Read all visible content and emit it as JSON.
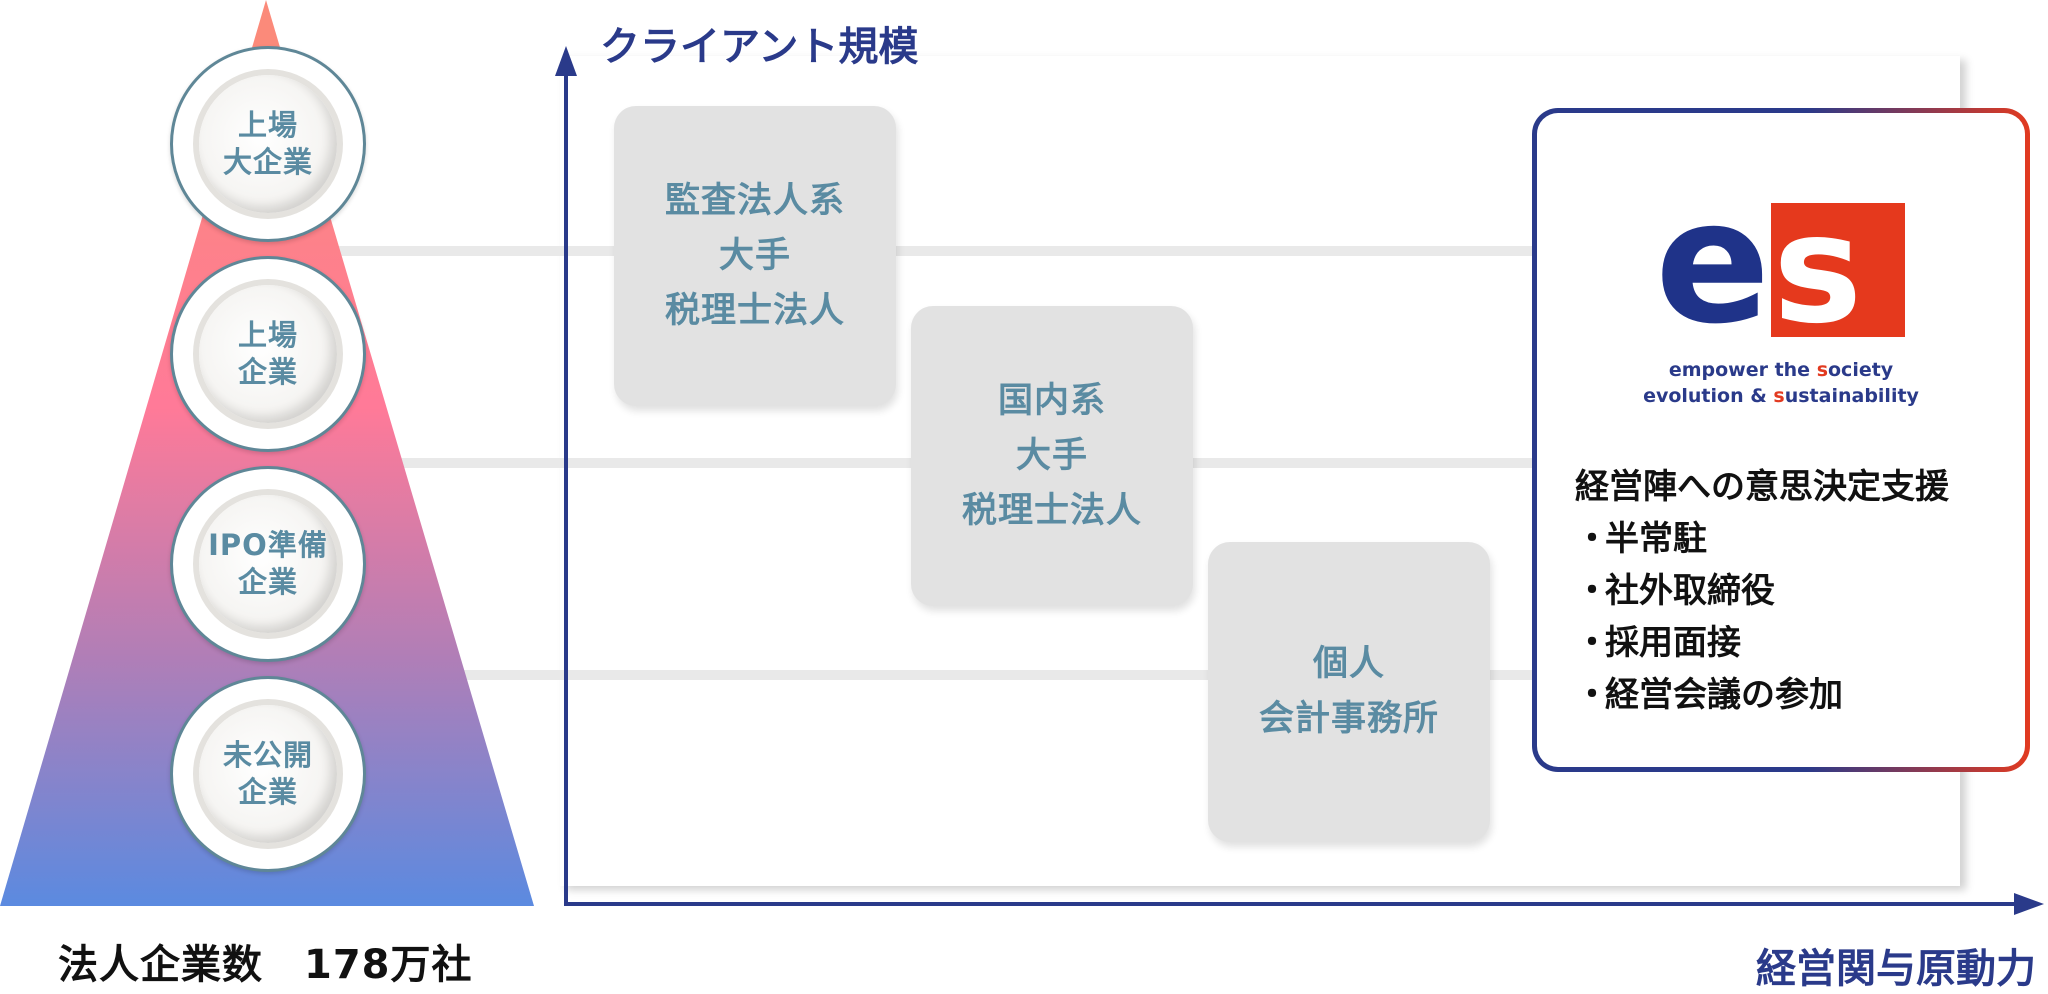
{
  "pyramid": {
    "gradient_colors": [
      "#fb8a7a",
      "#ff7a98",
      "#b27eb6",
      "#5b8ae0"
    ],
    "tiers": [
      {
        "lines": [
          "上場",
          "大企業"
        ]
      },
      {
        "lines": [
          "上場",
          "企業"
        ]
      },
      {
        "lines": [
          "IPO準備",
          "企業"
        ]
      },
      {
        "lines": [
          "未公開",
          "企業"
        ]
      }
    ],
    "footer": "法人企業数　178万社"
  },
  "axes": {
    "y_label": "クライアント規模",
    "x_label": "経営関与原動力",
    "color": "#2a3a8a"
  },
  "providers": [
    {
      "lines": [
        "監査法人系",
        "大手",
        "税理士法人"
      ]
    },
    {
      "lines": [
        "国内系",
        "大手",
        "税理士法人"
      ]
    },
    {
      "lines": [
        "個人",
        "会計事務所"
      ]
    }
  ],
  "es_box": {
    "logo": {
      "letter_e": "e",
      "letter_s": "s",
      "blue": "#1f3389",
      "red": "#e5391d"
    },
    "tagline": [
      {
        "pre": "empower the ",
        "hl": "s",
        "post": "ociety"
      },
      {
        "pre": "evolution & ",
        "hl": "s",
        "post": "ustainability"
      }
    ],
    "service_title": "経営陣への意思決定支援",
    "bullet": "・",
    "services": [
      "半常駐",
      "社外取締役",
      "採用面接",
      "経営会議の参加"
    ]
  }
}
